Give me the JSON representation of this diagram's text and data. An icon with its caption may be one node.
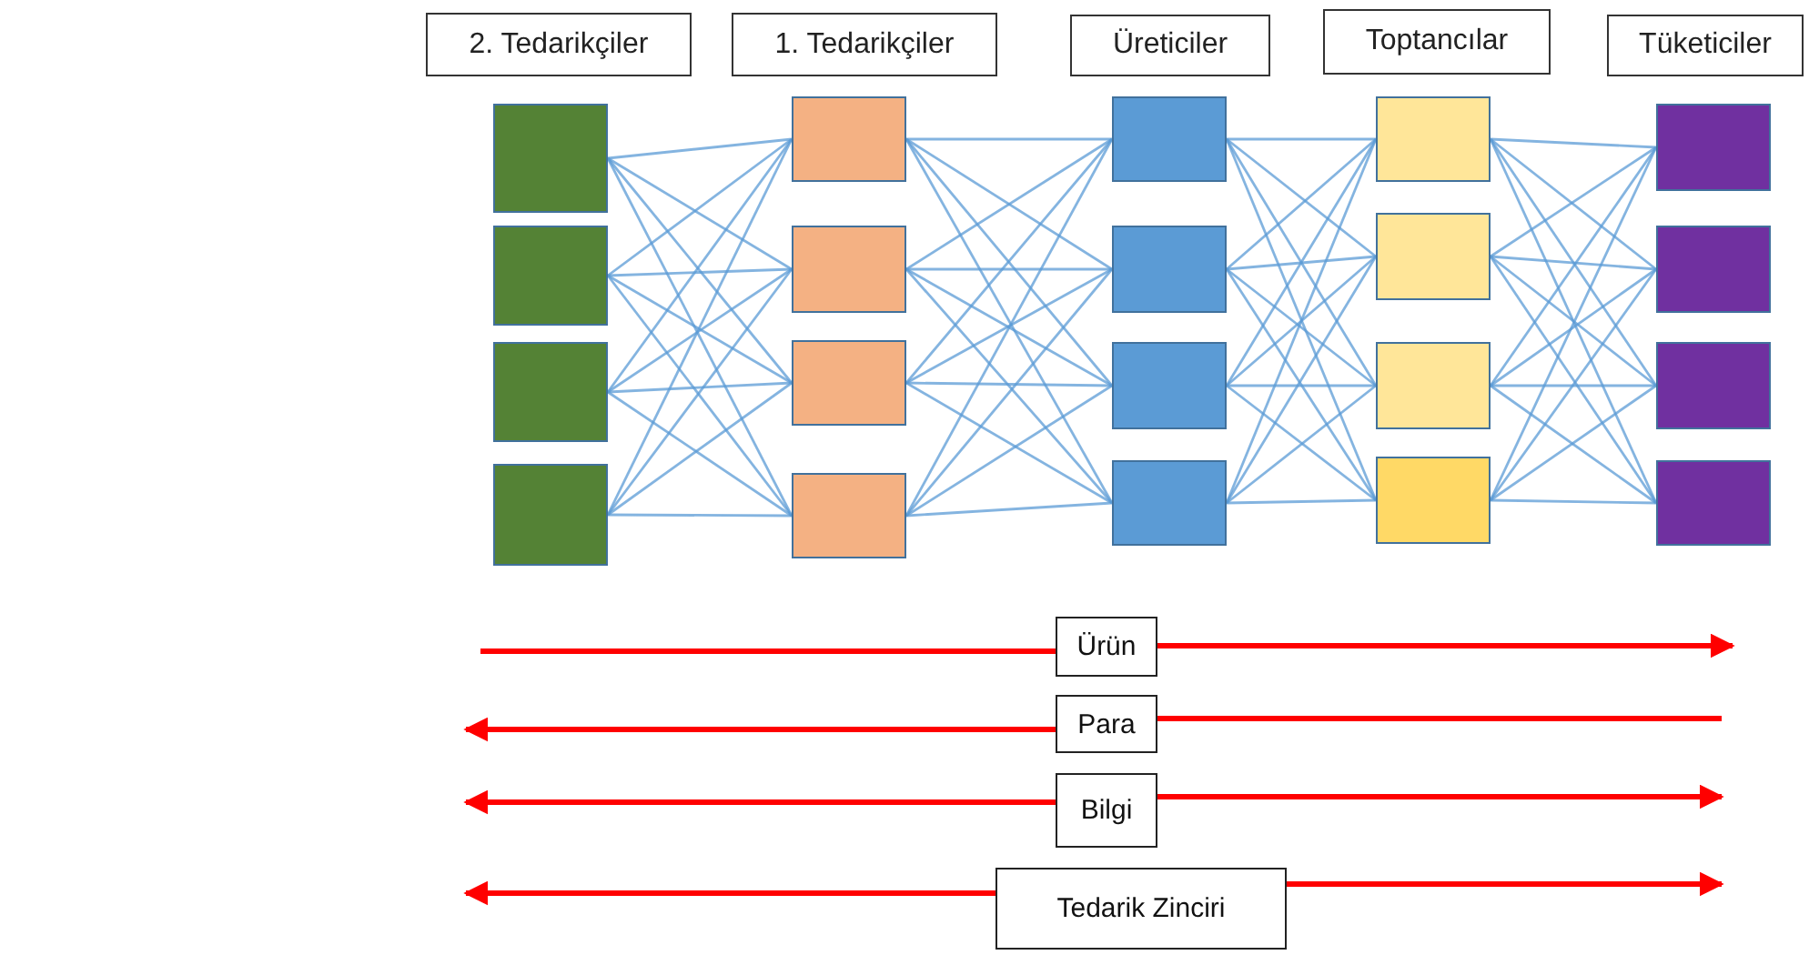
{
  "diagram": {
    "nodes": [
      {
        "text": [
          "2. Tedarikçiler"
        ]
      },
      {
        "text": [
          "1. Tedarikçiler"
        ]
      },
      {
        "text": [
          "Üreticiler"
        ]
      },
      {
        "text": [
          "Toptancılar"
        ]
      },
      {
        "text": [
          "Tüketiciler"
        ]
      },
      {
        "text": [],
        "shape": "box"
      },
      {
        "text": [],
        "shape": "box"
      },
      {
        "text": [],
        "shape": "box"
      },
      {
        "text": [],
        "shape": "box"
      },
      {
        "text": [],
        "shape": "box"
      },
      {
        "text": [],
        "shape": "box"
      },
      {
        "text": [],
        "shape": "box"
      },
      {
        "text": [],
        "shape": "box"
      },
      {
        "text": [],
        "shape": "box"
      },
      {
        "text": [],
        "shape": "box"
      },
      {
        "text": [],
        "shape": "box"
      },
      {
        "text": [],
        "shape": "box"
      },
      {
        "text": [],
        "shape": "box"
      },
      {
        "text": [],
        "shape": "box"
      },
      {
        "text": [],
        "shape": "box"
      },
      {
        "text": [],
        "shape": "box"
      },
      {
        "text": [],
        "shape": "box"
      },
      {
        "text": [],
        "shape": "box"
      },
      {
        "text": [],
        "shape": "box"
      },
      {
        "text": [],
        "shape": "box"
      },
      {
        "text": [
          "Ürün"
        ]
      },
      {
        "text": [
          "Para"
        ]
      },
      {
        "text": [
          "Bilgi"
        ]
      },
      {
        "text": [
          "Tedarik Zinciri"
        ]
      }
    ],
    "edges": [
      {
        "from": 5,
        "to": 9,
        "arrow": "none"
      },
      {
        "from": 5,
        "to": 10,
        "arrow": "none"
      },
      {
        "from": 5,
        "to": 11,
        "arrow": "none"
      },
      {
        "from": 5,
        "to": 12,
        "arrow": "none"
      },
      {
        "from": 6,
        "to": 9,
        "arrow": "none"
      },
      {
        "from": 6,
        "to": 10,
        "arrow": "none"
      },
      {
        "from": 6,
        "to": 11,
        "arrow": "none"
      },
      {
        "from": 6,
        "to": 12,
        "arrow": "none"
      },
      {
        "from": 7,
        "to": 9,
        "arrow": "none"
      },
      {
        "from": 7,
        "to": 10,
        "arrow": "none"
      },
      {
        "from": 7,
        "to": 11,
        "arrow": "none"
      },
      {
        "from": 7,
        "to": 12,
        "arrow": "none"
      },
      {
        "from": 8,
        "to": 9,
        "arrow": "none"
      },
      {
        "from": 8,
        "to": 10,
        "arrow": "none"
      },
      {
        "from": 8,
        "to": 11,
        "arrow": "none"
      },
      {
        "from": 8,
        "to": 12,
        "arrow": "none"
      },
      {
        "from": 9,
        "to": 13,
        "arrow": "none"
      },
      {
        "from": 9,
        "to": 14,
        "arrow": "none"
      },
      {
        "from": 9,
        "to": 15,
        "arrow": "none"
      },
      {
        "from": 9,
        "to": 16,
        "arrow": "none"
      },
      {
        "from": 10,
        "to": 13,
        "arrow": "none"
      },
      {
        "from": 10,
        "to": 14,
        "arrow": "none"
      },
      {
        "from": 10,
        "to": 15,
        "arrow": "none"
      },
      {
        "from": 10,
        "to": 16,
        "arrow": "none"
      },
      {
        "from": 11,
        "to": 13,
        "arrow": "none"
      },
      {
        "from": 11,
        "to": 14,
        "arrow": "none"
      },
      {
        "from": 11,
        "to": 15,
        "arrow": "none"
      },
      {
        "from": 11,
        "to": 16,
        "arrow": "none"
      },
      {
        "from": 12,
        "to": 13,
        "arrow": "none"
      },
      {
        "from": 12,
        "to": 14,
        "arrow": "none"
      },
      {
        "from": 12,
        "to": 15,
        "arrow": "none"
      },
      {
        "from": 12,
        "to": 16,
        "arrow": "none"
      },
      {
        "from": 13,
        "to": 17,
        "arrow": "none"
      },
      {
        "from": 13,
        "to": 18,
        "arrow": "none"
      },
      {
        "from": 13,
        "to": 19,
        "arrow": "none"
      },
      {
        "from": 13,
        "to": 20,
        "arrow": "none"
      },
      {
        "from": 14,
        "to": 17,
        "arrow": "none"
      },
      {
        "from": 14,
        "to": 18,
        "arrow": "none"
      },
      {
        "from": 14,
        "to": 19,
        "arrow": "none"
      },
      {
        "from": 14,
        "to": 20,
        "arrow": "none"
      },
      {
        "from": 15,
        "to": 17,
        "arrow": "none"
      },
      {
        "from": 15,
        "to": 18,
        "arrow": "none"
      },
      {
        "from": 15,
        "to": 19,
        "arrow": "none"
      },
      {
        "from": 15,
        "to": 20,
        "arrow": "none"
      },
      {
        "from": 16,
        "to": 17,
        "arrow": "none"
      },
      {
        "from": 16,
        "to": 18,
        "arrow": "none"
      },
      {
        "from": 16,
        "to": 19,
        "arrow": "none"
      },
      {
        "from": 16,
        "to": 20,
        "arrow": "none"
      },
      {
        "from": 17,
        "to": 21,
        "arrow": "none"
      },
      {
        "from": 17,
        "to": 22,
        "arrow": "none"
      },
      {
        "from": 17,
        "to": 23,
        "arrow": "none"
      },
      {
        "from": 17,
        "to": 24,
        "arrow": "none"
      },
      {
        "from": 18,
        "to": 21,
        "arrow": "none"
      },
      {
        "from": 18,
        "to": 22,
        "arrow": "none"
      },
      {
        "from": 18,
        "to": 23,
        "arrow": "none"
      },
      {
        "from": 18,
        "to": 24,
        "arrow": "none"
      },
      {
        "from": 19,
        "to": 21,
        "arrow": "none"
      },
      {
        "from": 19,
        "to": 22,
        "arrow": "none"
      },
      {
        "from": 19,
        "to": 23,
        "arrow": "none"
      },
      {
        "from": 19,
        "to": 24,
        "arrow": "none"
      },
      {
        "from": 20,
        "to": 21,
        "arrow": "none"
      },
      {
        "from": 20,
        "to": 22,
        "arrow": "none"
      },
      {
        "from": 20,
        "to": 23,
        "arrow": "none"
      },
      {
        "from": 20,
        "to": 24,
        "arrow": "none"
      },
      {
        "from": null,
        "to": 25,
        "arrow": "none",
        "style": "thick",
        "color": "#ff0000"
      },
      {
        "from": 25,
        "to": null,
        "arrow": "to",
        "style": "thick",
        "color": "#ff0000"
      },
      {
        "from": 26,
        "to": null,
        "arrow": "to",
        "style": "thick",
        "color": "#ff0000"
      },
      {
        "from": null,
        "to": 26,
        "arrow": "none",
        "style": "thick",
        "color": "#ff0000"
      },
      {
        "from": 27,
        "to": null,
        "arrow": "to",
        "style": "thick",
        "color": "#ff0000"
      },
      {
        "from": 27,
        "to": null,
        "arrow": "to",
        "style": "thick",
        "color": "#ff0000"
      },
      {
        "from": 28,
        "to": null,
        "arrow": "to",
        "style": "thick",
        "color": "#ff0000"
      },
      {
        "from": 28,
        "to": null,
        "arrow": "to",
        "style": "thick",
        "color": "#ff0000"
      }
    ]
  }
}
